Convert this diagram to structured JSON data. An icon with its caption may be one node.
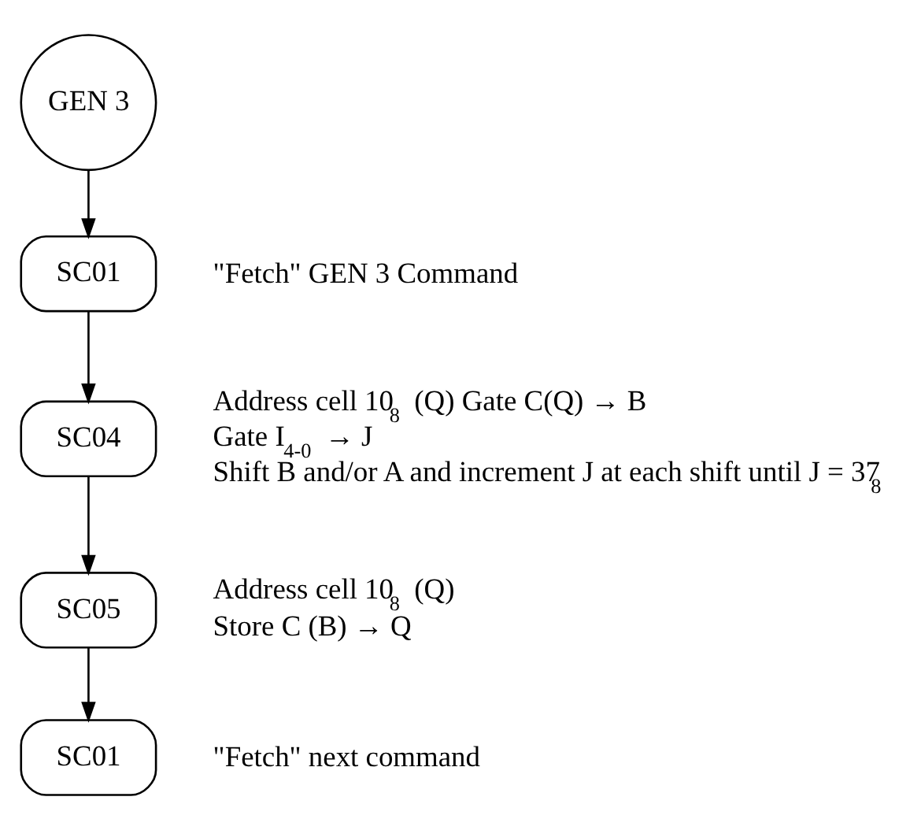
{
  "diagram": {
    "nodes": [
      {
        "text": [
          "GEN 3"
        ]
      },
      {
        "text": [
          "SC01"
        ],
        "beside": [
          "\"Fetch\" GEN 3 Command"
        ]
      },
      {
        "text": [
          "SC04"
        ],
        "beside": [
          "Address cell 10$_{8}$ (Q) Gate C(Q) → B",
          "Gate I$_{4-0}$ → J",
          "Shift B and/or A and increment J at each shift until J = 37$_{8}$"
        ]
      },
      {
        "text": [
          "SC05"
        ],
        "beside": [
          "Address cell 10$_{8}$ (Q)",
          "Store C (B) → Q"
        ]
      },
      {
        "text": [
          "SC01"
        ],
        "beside": [
          "\"Fetch\" next command"
        ]
      }
    ],
    "edges": [
      {
        "from": 0,
        "to": 1,
        "arrow": "to"
      },
      {
        "from": 1,
        "to": 2,
        "arrow": "to"
      },
      {
        "from": 2,
        "to": 3,
        "arrow": "to"
      },
      {
        "from": 3,
        "to": 4,
        "arrow": "to"
      }
    ]
  }
}
